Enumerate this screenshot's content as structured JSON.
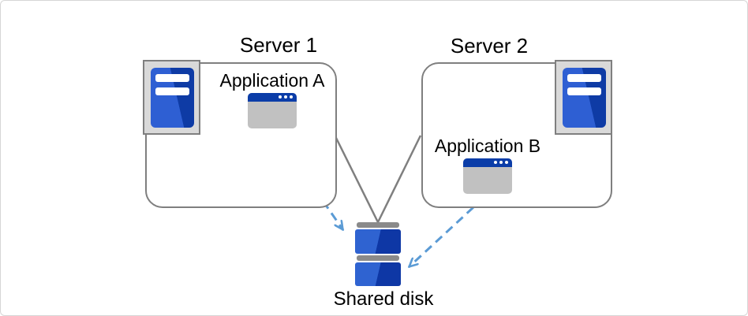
{
  "diagram": {
    "title": "shared disk cluster diagram",
    "colors": {
      "box_stroke": "#7f7f7f",
      "icon_tray_fill": "#d9d9d9",
      "blue_light": "#2f63d1",
      "blue_dark": "#0e37a5",
      "titlebar_blue": "#0b3da8",
      "window_body_gray": "#c1c1c1",
      "dashed_arrow_blue": "#5b9bd5",
      "text_color": "#000000",
      "canvas_border": "#d6d6d6"
    },
    "nodes": {
      "server1": {
        "label": "Server 1",
        "icon": "server-tower-icon",
        "application": {
          "label": "Application A",
          "icon": "app-window-icon"
        }
      },
      "server2": {
        "label": "Server 2",
        "icon": "server-tower-icon",
        "application": {
          "label": "Application B",
          "icon": "app-window-icon"
        }
      },
      "shared_disk": {
        "label": "Shared disk",
        "icon": "disk-stack-icon"
      }
    },
    "connections": [
      {
        "from": "server1-box",
        "to": "shared-disk",
        "style": "solid-gray-line"
      },
      {
        "from": "server2-box",
        "to": "shared-disk",
        "style": "solid-gray-line"
      },
      {
        "from": "application-a",
        "to": "shared-disk",
        "style": "dashed-blue-arrow"
      },
      {
        "from": "application-b",
        "to": "shared-disk",
        "style": "dashed-blue-arrow"
      }
    ]
  }
}
